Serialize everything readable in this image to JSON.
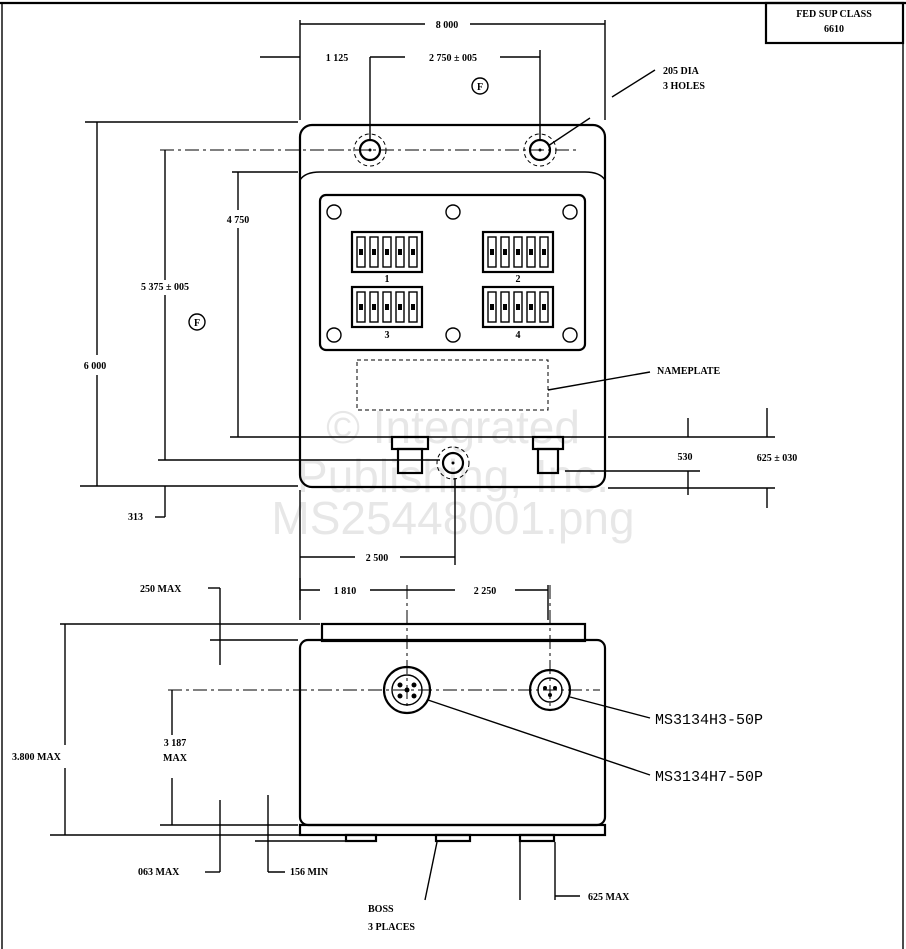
{
  "title_block": {
    "label": "FED SUP CLASS",
    "value": "6610"
  },
  "top_view": {
    "overall_width": "8 000",
    "hole_offset": "1 125",
    "hole_spacing": "2 750 ± 005",
    "finish_mark": "F",
    "holes_note_line1": "205 DIA",
    "holes_note_line2": "3 HOLES",
    "inner_height": "4 750",
    "hole_vertical": "5 375 ± 005",
    "overall_height": "6 000",
    "nameplate": "NAMEPLATE",
    "dim_530": "530",
    "dim_625": "625 ± 030",
    "dim_313": "313",
    "dim_2500": "2 500",
    "terminal_numbers": [
      "1",
      "2",
      "3",
      "4"
    ]
  },
  "side_view": {
    "dim_1810": "1 810",
    "dim_2250": "2 250",
    "dim_250max": "250 MAX",
    "dim_3800max": "3.800 MAX",
    "dim_3187": "3 187",
    "dim_3187_sub": "MAX",
    "connector_small": "MS3134H3-50P",
    "connector_large": "MS3134H7-50P",
    "dim_063max": "063 MAX",
    "dim_156min": "156 MIN",
    "dim_625max": "625 MAX",
    "boss_line1": "BOSS",
    "boss_line2": "3 PLACES"
  },
  "watermark": {
    "line1": "© Integrated",
    "line2": "Publishing, Inc.",
    "line3": "MS25448001.png"
  }
}
